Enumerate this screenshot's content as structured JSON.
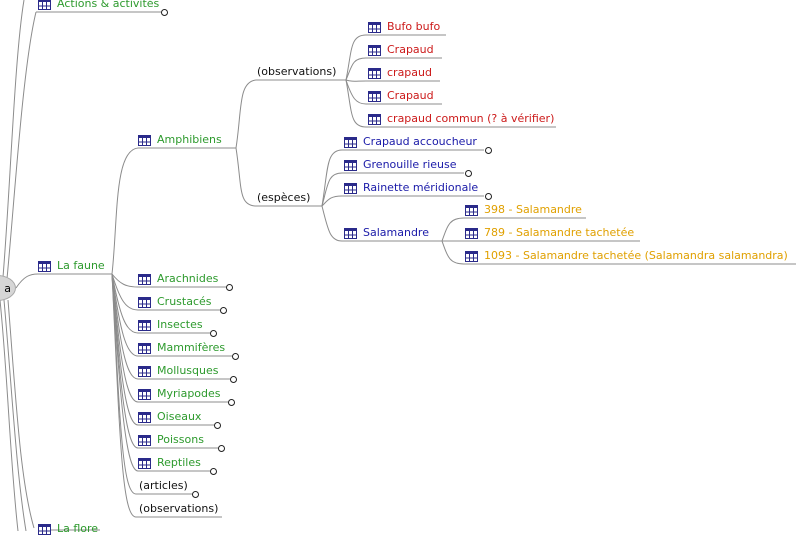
{
  "root": {
    "label": "a"
  },
  "top_partial": {
    "label": "Actions & activités"
  },
  "bottom_partial": {
    "label": "La flore"
  },
  "faune": {
    "label": "La faune",
    "amphibiens": {
      "label": "Amphibiens",
      "observations": {
        "label": "(observations)",
        "items": [
          "Bufo bufo",
          "Crapaud",
          "crapaud",
          "Crapaud",
          "crapaud commun (? à vérifier)"
        ]
      },
      "especes": {
        "label": "(espèces)",
        "items": [
          "Crapaud accoucheur",
          "Grenouille rieuse",
          "Rainette méridionale"
        ],
        "salamandre": {
          "label": "Salamandre",
          "items": [
            "398 - Salamandre",
            "789 - Salamandre tachetée",
            "1093 - Salamandre tachetée (Salamandra salamandra)"
          ]
        }
      }
    },
    "groups": [
      "Arachnides",
      "Crustacés",
      "Insectes",
      "Mammifères",
      "Mollusques",
      "Myriapodes",
      "Oiseaux",
      "Poissons",
      "Reptiles"
    ],
    "articles": "(articles)",
    "observations": "(observations)"
  },
  "colors": {
    "green": "#2d9a2d",
    "red": "#cc1a1a",
    "blue": "#1a1aa8",
    "orange": "#e0a000",
    "line": "#8c8c8c",
    "icon": "#2a2a8a"
  },
  "icon_name": "table-icon"
}
